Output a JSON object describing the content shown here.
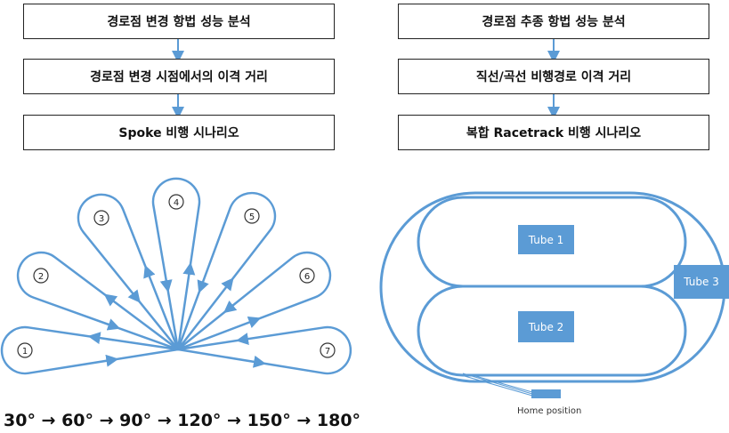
{
  "left_flow": {
    "steps": [
      "경로점 변경 항법 성능 분석",
      "경로점 변경 시점에서의 이격 거리",
      "Spoke 비행 시나리오"
    ]
  },
  "right_flow": {
    "steps": [
      "경로점 추종 항법 성능 분석",
      "직선/곡선 비행경로 이격 거리",
      "복합 Racetrack 비행 시나리오"
    ]
  },
  "spoke": {
    "labels": [
      "1",
      "2",
      "3",
      "4",
      "5",
      "6",
      "7"
    ],
    "caption": "30° → 60° → 90° → 120° → 150° → 180°"
  },
  "racetrack": {
    "tube1": "Tube 1",
    "tube2": "Tube 2",
    "tube3": "Tube 3",
    "home_label": "Home position"
  },
  "colors": {
    "line": "#5b9bd5",
    "box_border": "#222222",
    "tube_fill": "#5b9bd5"
  }
}
